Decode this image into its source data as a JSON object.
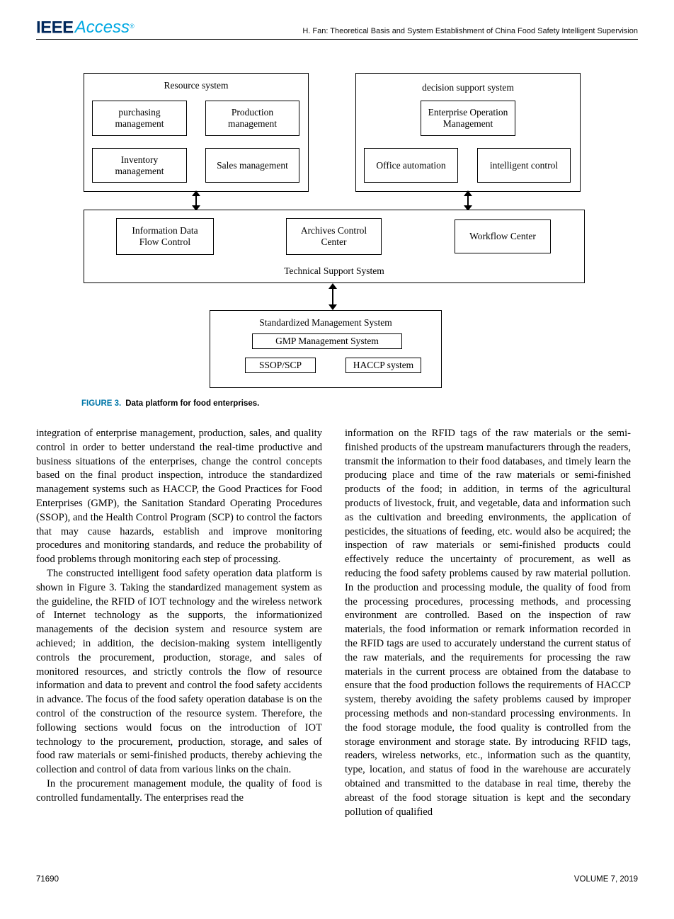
{
  "header": {
    "logo_ieee": "IEEE",
    "logo_access": "Access",
    "logo_reg": "®",
    "running_title": "H. Fan: Theoretical Basis and System Establishment of China Food Safety Intelligent Supervision"
  },
  "colors": {
    "ieee_navy": "#00275b",
    "access_blue": "#00a8e2",
    "caption_blue": "#0076a8"
  },
  "figure": {
    "caption": {
      "label": "FIGURE 3.",
      "text": "Data platform for food enterprises."
    },
    "resource_system": {
      "title": "Resource system",
      "purchasing": "purchasing management",
      "production": "Production management",
      "inventory": "Inventory management",
      "sales": "Sales management"
    },
    "decision_support": {
      "title": "decision support system",
      "enterprise": "Enterprise Operation Management",
      "office": "Office automation",
      "intelligent": "intelligent control"
    },
    "technical_support": {
      "title": "Technical Support System",
      "info_flow": "Information Data Flow Control",
      "archives": "Archives Control Center",
      "workflow": "Workflow Center"
    },
    "standardized": {
      "title": "Standardized Management System",
      "gmp": "GMP Management System",
      "ssop": "SSOP/SCP",
      "haccp": "HACCP system"
    }
  },
  "body": {
    "left": {
      "p1": "integration of enterprise management, production, sales, and quality control in order to better understand the real-time productive and business situations of the enterprises, change the control concepts based on the final product inspection, introduce the standardized management systems such as HACCP, the Good Practices for Food Enterprises (GMP), the Sanitation Standard Operating Procedures (SSOP), and the Health Control Program (SCP) to control the factors that may cause hazards, establish and improve monitoring procedures and monitoring standards, and reduce the probability of food problems through monitoring each step of processing.",
      "p2": "The constructed intelligent food safety operation data platform is shown in Figure 3. Taking the standardized management system as the guideline, the RFID of IOT technology and the wireless network of Internet technology as the supports, the informationized managements of the decision system and resource system are achieved; in addition, the decision-making system intelligently controls the procurement, production, storage, and sales of monitored resources, and strictly controls the flow of resource information and data to prevent and control the food safety accidents in advance. The focus of the food safety operation database is on the control of the construction of the resource system. Therefore, the following sections would focus on the introduction of IOT technology to the procurement, production, storage, and sales of food raw materials or semi-finished products, thereby achieving the collection and control of data from various links on the chain.",
      "p3": "In the procurement management module, the quality of food is controlled fundamentally. The enterprises read the"
    },
    "right": {
      "p1": "information on the RFID tags of the raw materials or the semi-finished products of the upstream manufacturers through the readers, transmit the information to their food databases, and timely learn the producing place and time of the raw materials or semi-finished products of the food; in addition, in terms of the agricultural products of livestock, fruit, and vegetable, data and information such as the cultivation and breeding environments, the application of pesticides, the situations of feeding, etc. would also be acquired; the inspection of raw materials or semi-finished products could effectively reduce the uncertainty of procurement, as well as reducing the food safety problems caused by raw material pollution. In the production and processing module, the quality of food from the processing procedures, processing methods, and processing environment are controlled. Based on the inspection of raw materials, the food information or remark information recorded in the RFID tags are used to accurately understand the current status of the raw materials, and the requirements for processing the raw materials in the current process are obtained from the database to ensure that the food production follows the requirements of HACCP system, thereby avoiding the safety problems caused by improper processing methods and non-standard processing environments. In the food storage module, the food quality is controlled from the storage environment and storage state. By introducing RFID tags, readers, wireless networks, etc., information such as the quantity, type, location, and status of food in the warehouse are accurately obtained and transmitted to the database in real time, thereby the abreast of the food storage situation is kept and the secondary pollution of qualified"
    }
  },
  "footer": {
    "page_number": "71690",
    "volume": "VOLUME 7, 2019"
  }
}
